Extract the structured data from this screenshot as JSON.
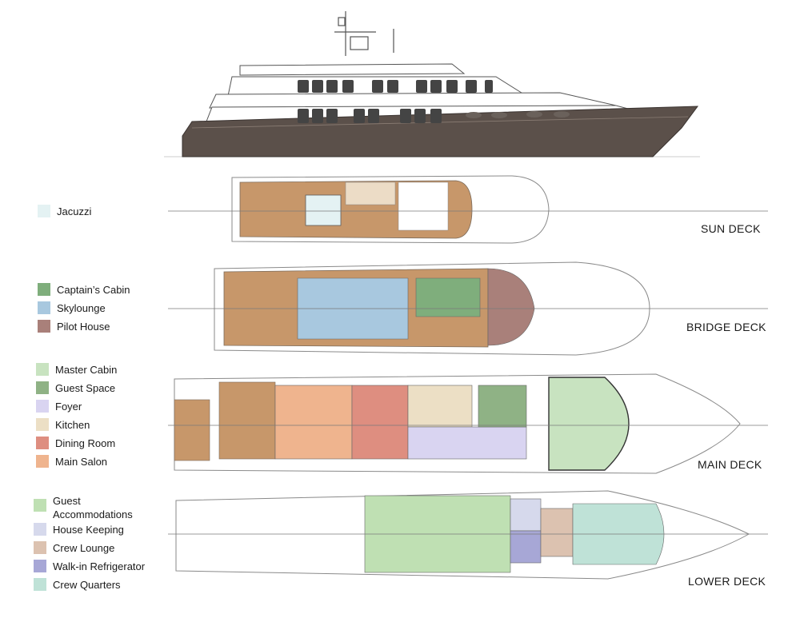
{
  "legend": {
    "sun": [
      {
        "label": "Jacuzzi",
        "color": "#e4f2f3"
      }
    ],
    "bridge": [
      {
        "label": "Captain’s Cabin",
        "color": "#7fae7c"
      },
      {
        "label": "Skylounge",
        "color": "#a8c8df"
      },
      {
        "label": "Pilot House",
        "color": "#a9807a"
      }
    ],
    "main": [
      {
        "label": "Master Cabin",
        "color": "#c8e3c0"
      },
      {
        "label": "Guest Space",
        "color": "#8fb285"
      },
      {
        "label": "Foyer",
        "color": "#d9d4f1"
      },
      {
        "label": "Kitchen",
        "color": "#ecdfc5"
      },
      {
        "label": "Dining Room",
        "color": "#de8e80"
      },
      {
        "label": "Main Salon",
        "color": "#efb48e"
      }
    ],
    "lower": [
      {
        "label": "Guest Accommodations",
        "color": "#bfe0b3"
      },
      {
        "label": "House Keeping",
        "color": "#d6d9ec"
      },
      {
        "label": "Crew Lounge",
        "color": "#dcc2b0"
      },
      {
        "label": "Walk-in Refrigerator",
        "color": "#a7a7d6"
      },
      {
        "label": "Crew Quarters",
        "color": "#bfe2d7"
      }
    ]
  },
  "decks": {
    "sun": "SUN DECK",
    "bridge": "BRIDGE DECK",
    "main": "MAIN DECK",
    "lower": "LOWER DECK"
  },
  "colors": {
    "hull": "#5b504a",
    "teak": "#c7976a",
    "outline": "#8a8a8a",
    "window": "#444444"
  }
}
